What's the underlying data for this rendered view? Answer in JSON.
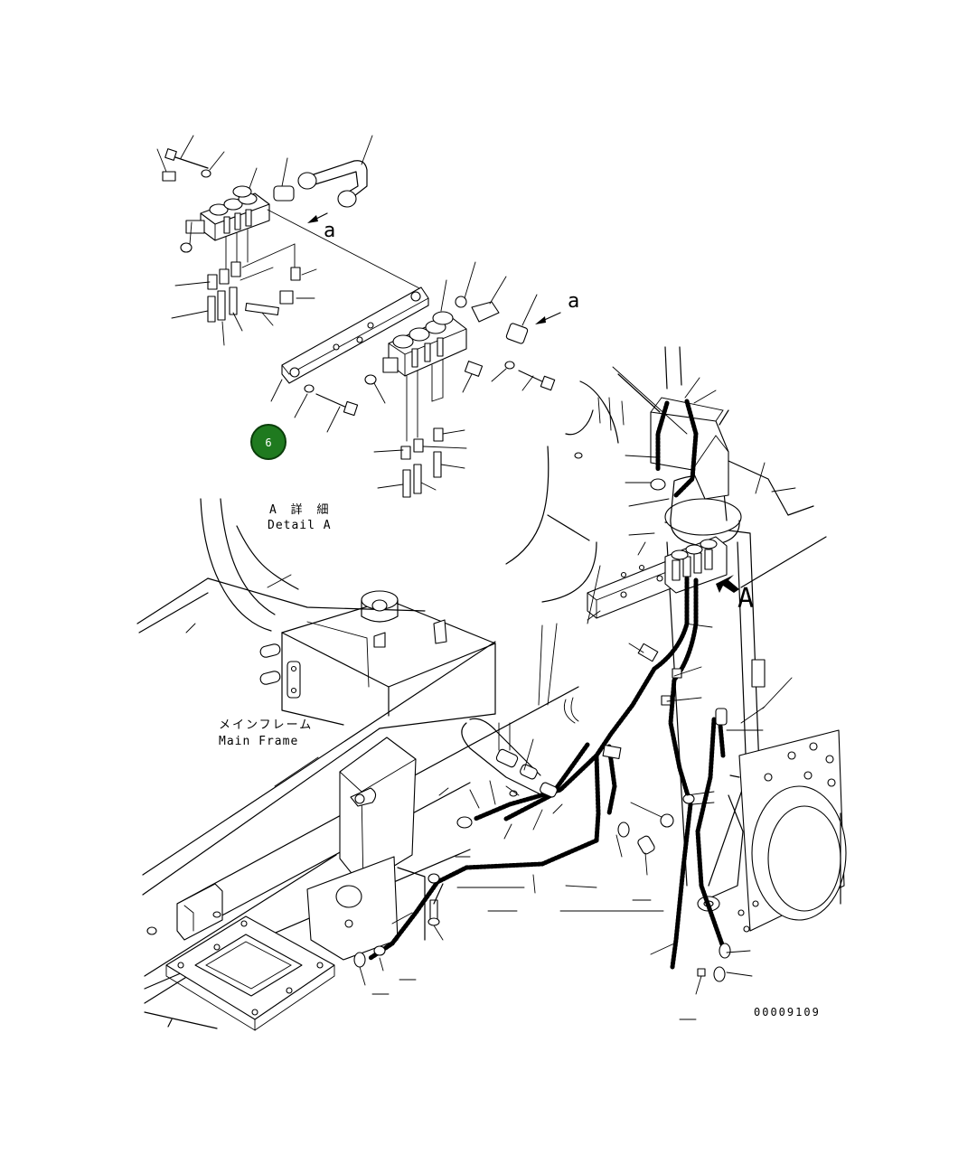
{
  "diagram": {
    "labels": {
      "detail_jp": "A 詳 細",
      "detail_en": "Detail A",
      "main_frame_jp": "メインフレーム",
      "main_frame_en": "Main Frame",
      "view_arrow_a_upper": "a",
      "view_arrow_a_mid": "a",
      "detail_marker": "A",
      "drawing_number": "00009109"
    },
    "callout": {
      "number": "6",
      "fill_color": "#1f7a1f",
      "ring_color": "#0a3d0a",
      "text_color": "#ffffff"
    }
  }
}
